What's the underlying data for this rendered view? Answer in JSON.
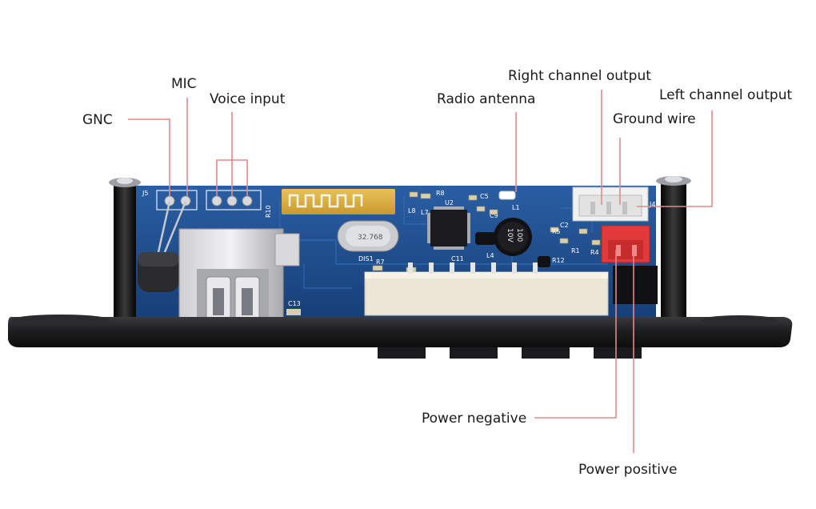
{
  "labels": {
    "gnc": "GNC",
    "mic": "MIC",
    "voice_input": "Voice input",
    "radio_antenna": "Radio antenna",
    "right_channel_output": "Right channel output",
    "left_channel_output": "Left channel output",
    "ground_wire": "Ground wire",
    "power_negative": "Power negative",
    "power_positive": "Power positive"
  },
  "pcb_markings": {
    "j5": "J5",
    "j4": "J4",
    "r10": "R10",
    "r8": "R8",
    "u2": "U2",
    "l8": "L8",
    "l7": "L7",
    "c5": "C5",
    "c9": "C9",
    "c11": "C11",
    "c13": "C13",
    "l4": "L4",
    "l1": "L1",
    "r1": "R1",
    "r4": "R4",
    "r5": "R5",
    "r7": "R7",
    "r12": "R12",
    "c2": "C2",
    "ds1": "DIS1",
    "crystal": "32.768",
    "cap_value": "100",
    "cap_voltage": "10V"
  },
  "colors": {
    "leader_line": "#e8868a",
    "pcb_blue": "#1f4e8f",
    "panel_black": "#1c1c1e"
  }
}
